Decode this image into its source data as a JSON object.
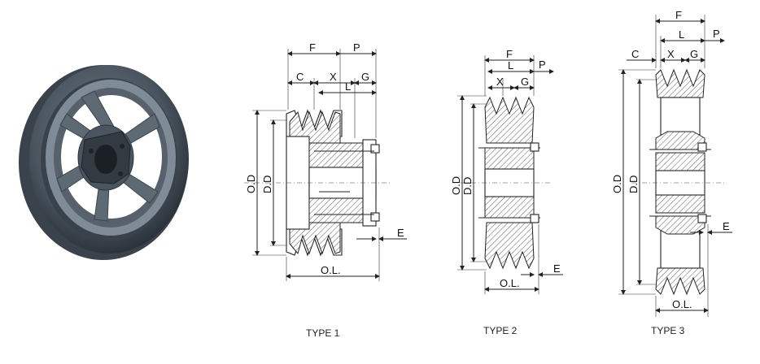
{
  "diagrams": [
    {
      "caption": "TYPE 1",
      "labels": {
        "F": "F",
        "P": "P",
        "C": "C",
        "X": "X",
        "G": "G",
        "L": "L",
        "OD": "O.D",
        "DD": "D.D",
        "OL": "O.L.",
        "E": "E"
      }
    },
    {
      "caption": "TYPE 2",
      "labels": {
        "F": "F",
        "L": "L",
        "P": "P",
        "X": "X",
        "G": "G",
        "OD": "O.D",
        "DD": "D.D",
        "OL": "O.L.",
        "E": "E"
      }
    },
    {
      "caption": "TYPE 3",
      "labels": {
        "F": "F",
        "L": "L",
        "P": "P",
        "C": "C",
        "X": "X",
        "G": "G",
        "OD": "O.D",
        "DD": "D.D",
        "OL": "O.L.",
        "E": "E"
      }
    }
  ],
  "colors": {
    "pulley": "#4a5560",
    "lines": "#222222"
  }
}
